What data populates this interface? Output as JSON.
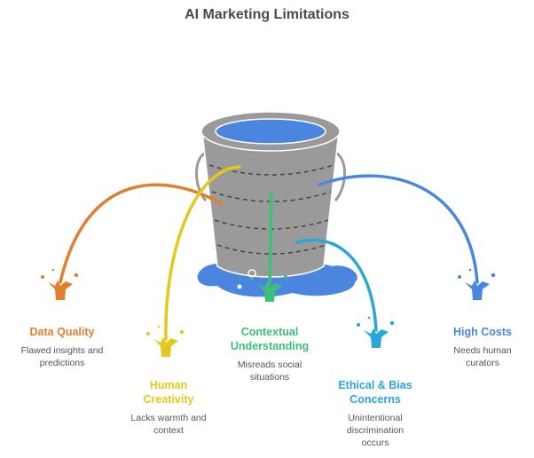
{
  "title": "AI Marketing Limitations",
  "colors": {
    "bucket": "#9a9a9a",
    "water": "#4a86e0",
    "title": "#4a4a4a",
    "desc": "#555555"
  },
  "items": [
    {
      "id": "data-quality",
      "title_lines": [
        "Data Quality"
      ],
      "desc_lines": [
        "Flawed insights and",
        "predictions"
      ],
      "color": "#e07f2e"
    },
    {
      "id": "human-creativity",
      "title_lines": [
        "Human",
        "Creativity"
      ],
      "desc_lines": [
        "Lacks warmth and",
        "context"
      ],
      "color": "#e2c91c"
    },
    {
      "id": "contextual-understanding",
      "title_lines": [
        "Contextual",
        "Understanding"
      ],
      "desc_lines": [
        "Misreads social",
        "situations"
      ],
      "color": "#3cc07a"
    },
    {
      "id": "ethical-bias",
      "title_lines": [
        "Ethical & Bias",
        "Concerns"
      ],
      "desc_lines": [
        "Unintentional",
        "discrimination",
        "occurs"
      ],
      "color": "#2aa6d9"
    },
    {
      "id": "high-costs",
      "title_lines": [
        "High Costs"
      ],
      "desc_lines": [
        "Needs human",
        "curators"
      ],
      "color": "#4a86e0"
    }
  ]
}
